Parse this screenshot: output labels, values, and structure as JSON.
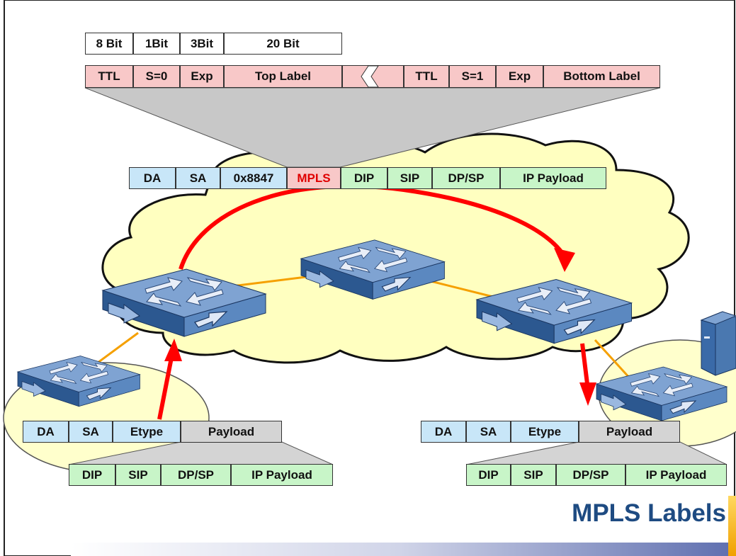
{
  "title": "MPLS Labels",
  "bit_widths": [
    "8 Bit",
    "1Bit",
    "3Bit",
    "20 Bit"
  ],
  "top_label_stack": {
    "first": [
      "TTL",
      "S=0",
      "Exp",
      "Top Label"
    ],
    "second": [
      "TTL",
      "S=1",
      "Exp",
      "Bottom Label"
    ]
  },
  "mpls_frame": [
    "DA",
    "SA",
    "0x8847",
    "MPLS",
    "DIP",
    "SIP",
    "DP/SP",
    "IP Payload"
  ],
  "ingress_frame": {
    "ethernet": [
      "DA",
      "SA",
      "Etype",
      "Payload"
    ],
    "ip": [
      "DIP",
      "SIP",
      "DP/SP",
      "IP Payload"
    ]
  },
  "egress_frame": {
    "ethernet": [
      "DA",
      "SA",
      "Etype",
      "Payload"
    ],
    "ip": [
      "DIP",
      "SIP",
      "DP/SP",
      "IP Payload"
    ]
  },
  "colors": {
    "cloud": "#ffffc0",
    "lan": "#ffffcc",
    "header_pink": "#f8c8c8",
    "eth_blue": "#c8e6f8",
    "ip_green": "#c8f5c8",
    "payload_grey": "#d4d4d4",
    "arrow_red": "#ff0000",
    "link_orange": "#f5a000",
    "title_blue": "#1e4b82",
    "switch_blue": "#3a6aa8"
  },
  "icons": [
    "switch-icon",
    "server-icon",
    "path-arrow-icon"
  ]
}
